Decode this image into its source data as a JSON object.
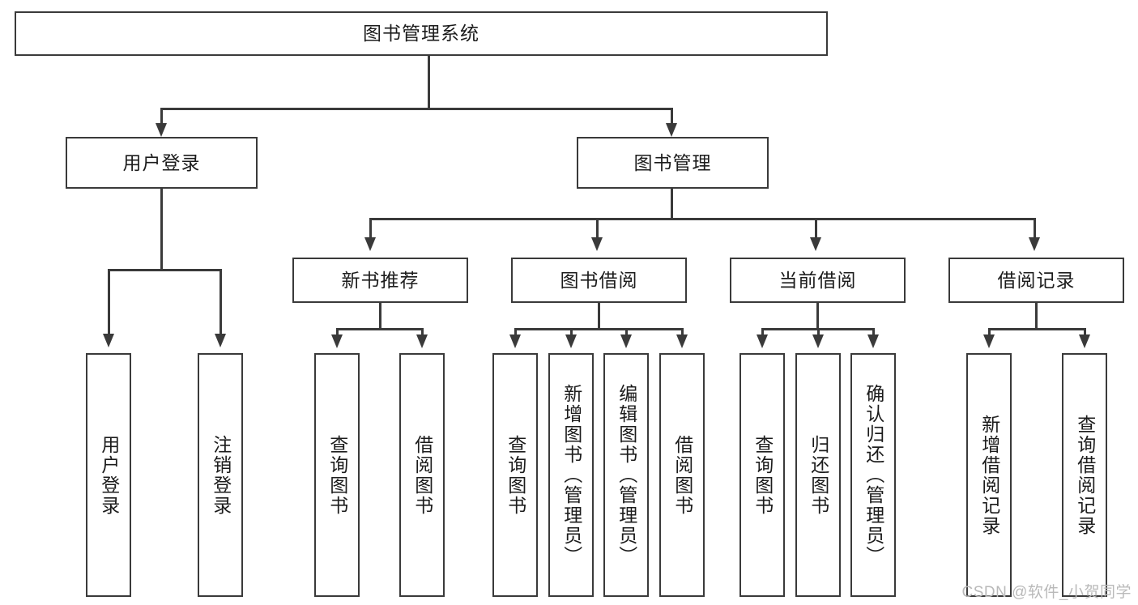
{
  "diagram": {
    "type": "tree-hierarchy",
    "title": "图书管理系统",
    "watermark": "CSDN @软件_小贺同学",
    "colors": {
      "stroke": "#3a3a3a",
      "fill": "#ffffff",
      "text": "#1c1c1c",
      "watermark": "#b9b9b9"
    },
    "nodes": {
      "root": {
        "label": "图书管理系统"
      },
      "level2": [
        {
          "label": "用户登录"
        },
        {
          "label": "图书管理"
        }
      ],
      "level3": [
        {
          "label": "新书推荐"
        },
        {
          "label": "图书借阅"
        },
        {
          "label": "当前借阅"
        },
        {
          "label": "借阅记录"
        }
      ],
      "leaves": {
        "user_login": [
          {
            "label": "用户登录"
          },
          {
            "label": "注销登录"
          }
        ],
        "new_book_recommend": [
          {
            "label": "查询图书"
          },
          {
            "label": "借阅图书"
          }
        ],
        "book_borrow": [
          {
            "label": "查询图书"
          },
          {
            "label": "新增图书（管理员）"
          },
          {
            "label": "编辑图书（管理员）"
          },
          {
            "label": "借阅图书"
          }
        ],
        "current_borrow": [
          {
            "label": "查询图书"
          },
          {
            "label": "归还图书"
          },
          {
            "label": "确认归还（管理员）"
          }
        ],
        "borrow_record": [
          {
            "label": "新增借阅记录"
          },
          {
            "label": "查询借阅记录"
          }
        ]
      }
    }
  }
}
